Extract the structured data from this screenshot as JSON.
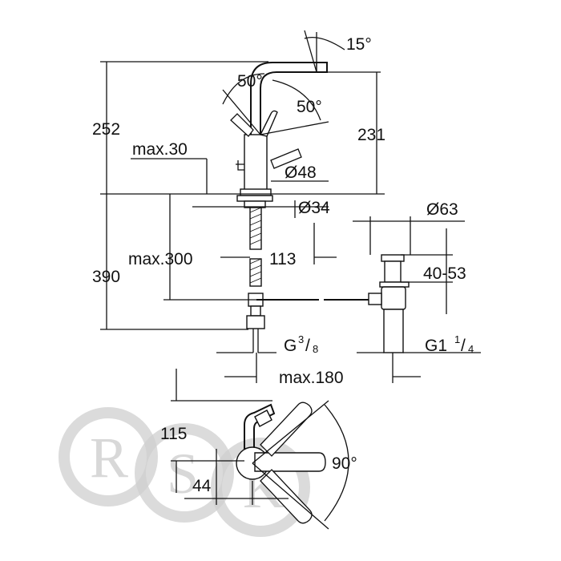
{
  "dimensions": {
    "angle_15": "15°",
    "angle_50_left": "50°",
    "angle_50_right": "50°",
    "total_height": "252",
    "spout_height": "231",
    "max_30": "max.30",
    "dia_48": "Ø48",
    "dia_34": "Ø34",
    "dia_63": "Ø63",
    "max_300": "max.300",
    "dim_113": "113",
    "dim_390": "390",
    "range_40_53": "40-53",
    "thread_g38_base": "G",
    "thread_g38_num": "3",
    "thread_g38_den": "8",
    "thread_g114_base": "G1",
    "thread_g114_num": "1",
    "thread_g114_den": "4",
    "max_180": "max.180",
    "dim_115": "115",
    "dim_44": "44",
    "angle_90": "90°"
  },
  "watermark": {
    "letters": [
      "R",
      "S",
      "K"
    ],
    "color": "#cfcfcf"
  }
}
